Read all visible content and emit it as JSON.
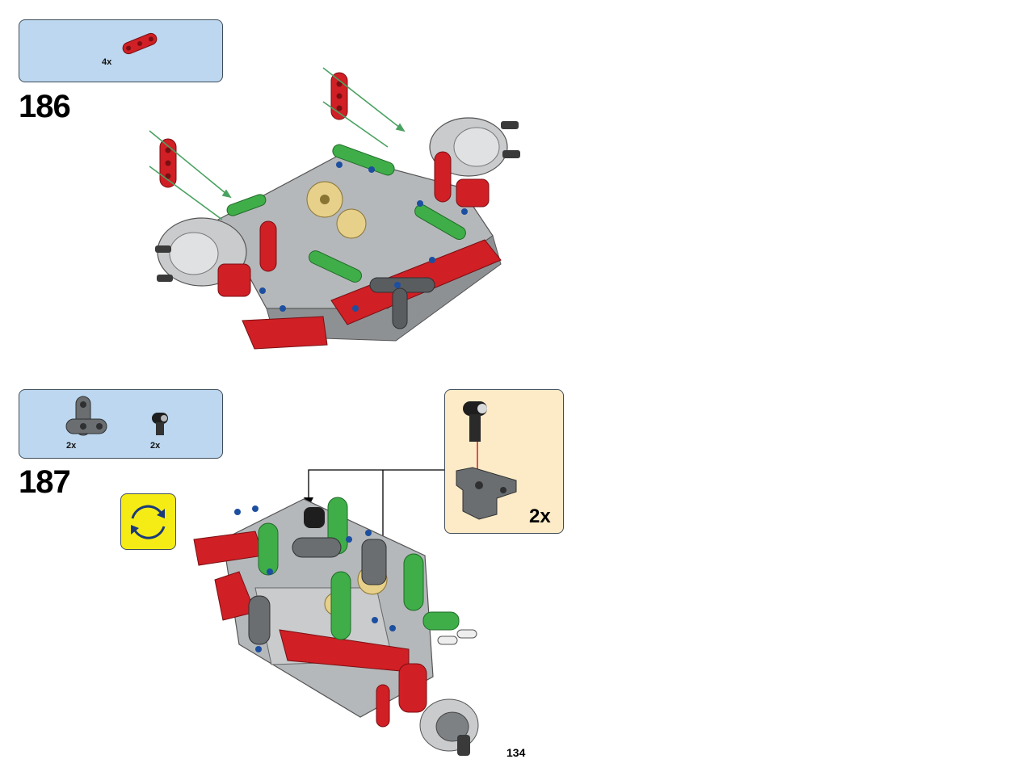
{
  "steps": [
    {
      "number": "186",
      "parts": [
        {
          "part": "red-beam-3-icon",
          "qty": "4x",
          "color": "#d01f25"
        }
      ]
    },
    {
      "number": "187",
      "parts": [
        {
          "part": "gray-t-beam-icon",
          "qty": "2x",
          "color": "#6b6e70"
        },
        {
          "part": "black-axle-connector-icon",
          "qty": "2x",
          "color": "#1e1e1e"
        }
      ],
      "rotate_icon": "rotate-model-icon",
      "callout": {
        "qty": "2x"
      }
    }
  ],
  "page_number": "134",
  "colors": {
    "parts_box": "#bcd7ef",
    "callout_box": "#fdebc8",
    "rotate_box": "#f5ec16",
    "red": "#d01f25",
    "green": "#3fae49",
    "light_gray": "#b5b8ba",
    "dark_gray": "#6b6e70",
    "guide_line": "#4aa260"
  }
}
